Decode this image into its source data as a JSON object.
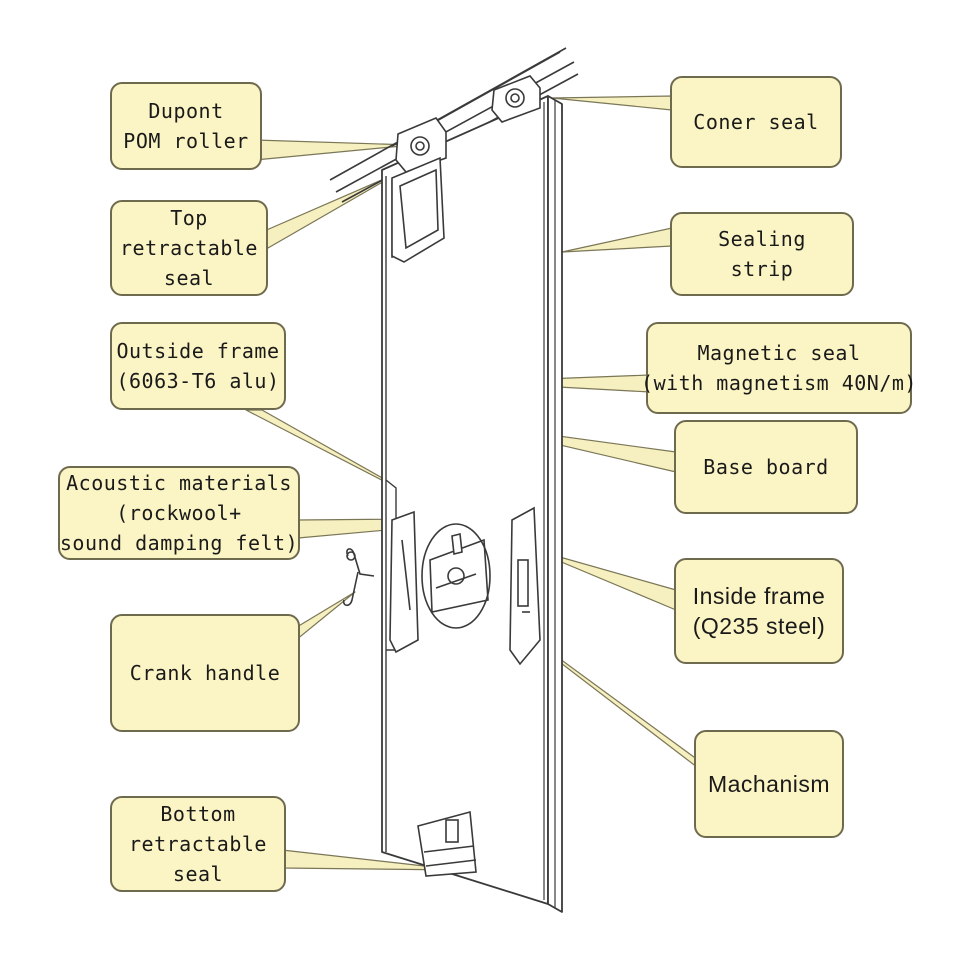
{
  "callouts": {
    "dupont_roller": [
      "Dupont",
      "POM roller"
    ],
    "top_seal": [
      "Top",
      "retractable",
      "seal"
    ],
    "outside_frame": [
      "Outside frame",
      "(6063-T6 alu)"
    ],
    "acoustic": [
      "Acoustic materials",
      "(rockwool+",
      "sound damping felt)"
    ],
    "crank_handle": [
      "Crank handle"
    ],
    "bottom_seal": [
      "Bottom",
      "retractable",
      "seal"
    ],
    "coner_seal": [
      "Coner seal"
    ],
    "sealing_strip": [
      "Sealing",
      "strip"
    ],
    "magnetic_seal": [
      "Magnetic seal",
      "(with magnetism 40N/m)"
    ],
    "base_board": [
      "Base board"
    ],
    "inside_frame": [
      "Inside frame",
      "(Q235 steel)"
    ],
    "machanism": [
      "Machanism"
    ]
  },
  "colors": {
    "callout_fill": "#fbf4c4",
    "callout_border": "#6e6a4e",
    "line_art": "#3a3a3a"
  }
}
